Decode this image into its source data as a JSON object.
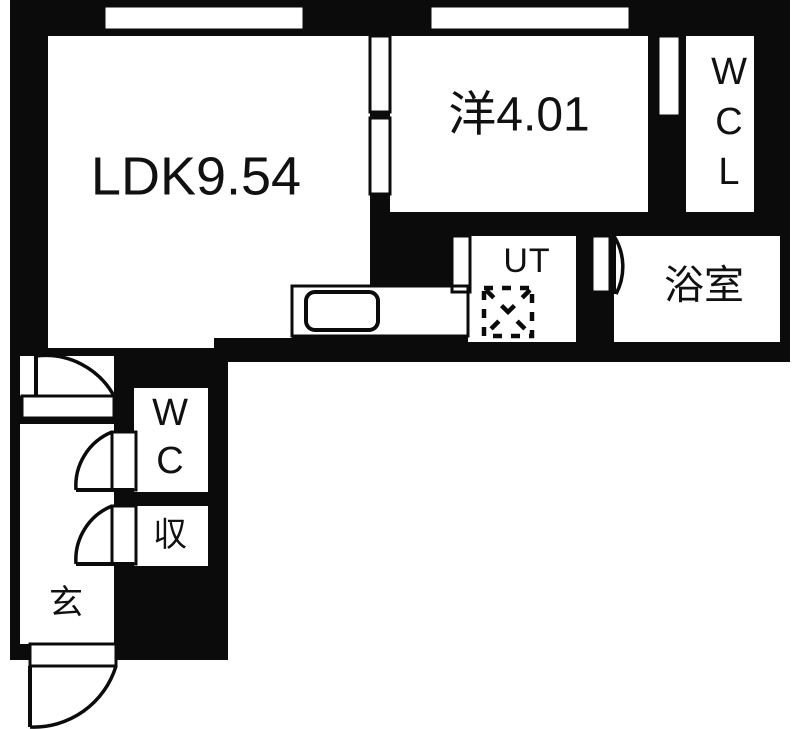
{
  "plan": {
    "type": "floor-plan",
    "rooms": [
      {
        "key": "ldk",
        "label": "LDK9.54",
        "name": "living-dining-kitchen"
      },
      {
        "key": "bedroom",
        "label": "洋4.01",
        "name": "western-room"
      },
      {
        "key": "wcl",
        "label": "WCL",
        "name": "walk-in-closet"
      },
      {
        "key": "ut",
        "label": "UT",
        "name": "utility"
      },
      {
        "key": "bath",
        "label": "浴室",
        "name": "bathroom"
      },
      {
        "key": "wc",
        "label": "WC",
        "name": "toilet"
      },
      {
        "key": "storage",
        "label": "収",
        "name": "storage"
      },
      {
        "key": "entry",
        "label": "玄",
        "name": "entrance"
      }
    ],
    "wcl_letters": [
      "W",
      "C",
      "L"
    ],
    "wc_letters": [
      "W",
      "C"
    ],
    "fixtures": [
      {
        "key": "sink",
        "name": "kitchen-sink"
      },
      {
        "key": "washer_pan",
        "name": "washing-machine-pan"
      }
    ],
    "colors": {
      "wall": "#0b0b0b",
      "floor": "#ffffff",
      "text": "#111111"
    }
  }
}
